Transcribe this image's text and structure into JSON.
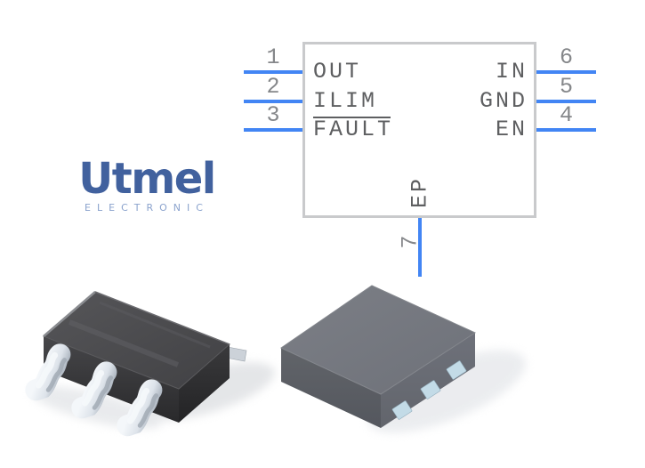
{
  "branding": {
    "name": "Utmel",
    "subtitle": "ELECTRONIC"
  },
  "component": {
    "pins": {
      "left": [
        {
          "number": "1",
          "name": "OUT",
          "active_low": false
        },
        {
          "number": "2",
          "name": "ILIM",
          "active_low": false
        },
        {
          "number": "3",
          "name": "FAULT",
          "active_low": true
        }
      ],
      "right": [
        {
          "number": "6",
          "name": "IN",
          "active_low": false
        },
        {
          "number": "5",
          "name": "GND",
          "active_low": false
        },
        {
          "number": "4",
          "name": "EN",
          "active_low": false
        }
      ],
      "bottom": [
        {
          "number": "7",
          "name": "EP",
          "active_low": false
        }
      ]
    }
  },
  "images": {
    "left_package": "sot23-6-gull-wing-package-render",
    "right_package": "dfn-leadless-package-render"
  },
  "colors": {
    "wire_blue": "#4285f4",
    "symbol_border": "#c9cacc",
    "pin_label_gray": "#5e5f61",
    "pin_number_gray": "#85878a",
    "logo_primary": "#41619e",
    "logo_secondary": "#8ba3cd",
    "package_dark_body": "#3a3a3c",
    "package_gray_body": "#74777e",
    "pad_blue": "#c3dbe7"
  }
}
